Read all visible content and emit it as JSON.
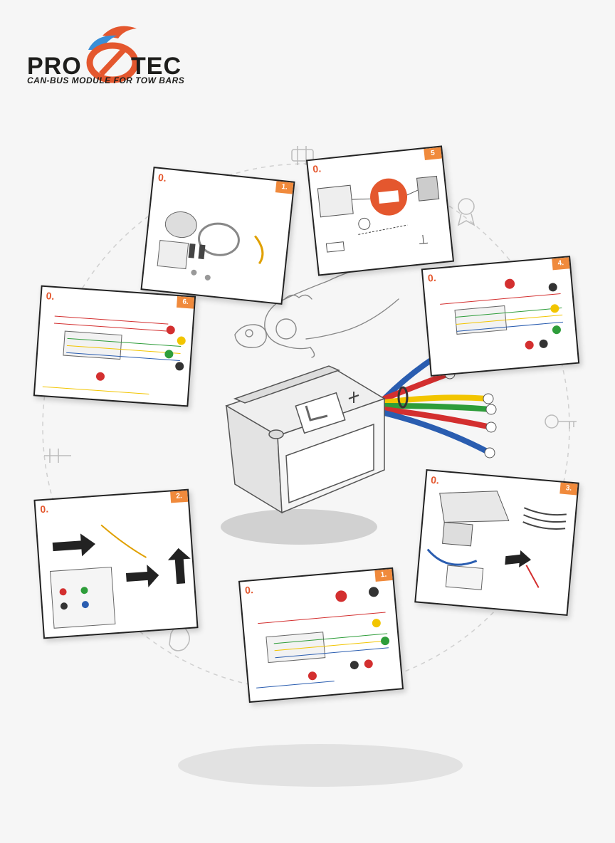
{
  "brand": {
    "name_left": "PRO",
    "name_right": "TEC",
    "tagline": "CAN-BUS MODULE FOR TOW BARS",
    "colors": {
      "orange": "#e4572e",
      "blue": "#3a8fd8",
      "dark": "#1d1d1b"
    }
  },
  "cards": [
    {
      "id": "kit",
      "step": "0.",
      "tab": "1."
    },
    {
      "id": "battery-module",
      "step": "0.",
      "tab": "5"
    },
    {
      "id": "wiring-left",
      "step": "0.",
      "tab": "6."
    },
    {
      "id": "wiring-right",
      "step": "0.",
      "tab": "4."
    },
    {
      "id": "install-car",
      "step": "0.",
      "tab": "2."
    },
    {
      "id": "trunk",
      "step": "0.",
      "tab": "3."
    },
    {
      "id": "wiring-bottom",
      "step": "0.",
      "tab": "1."
    }
  ],
  "icons": [
    "gear-icon",
    "hand-icon",
    "battery-icon",
    "cable-icon",
    "medal-icon",
    "key-icon"
  ]
}
